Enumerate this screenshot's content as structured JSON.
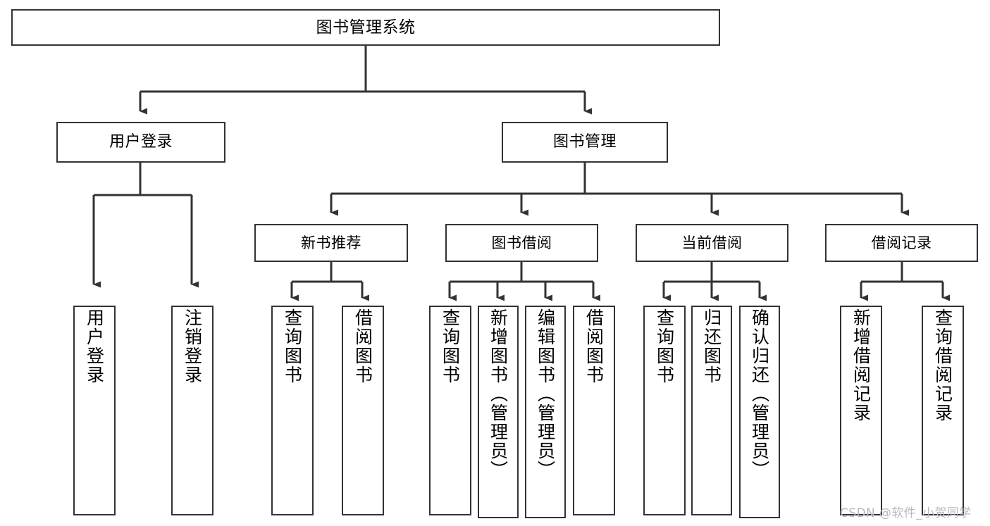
{
  "diagram": {
    "type": "tree-hierarchy",
    "title": "图书管理系统",
    "background_color": "#ffffff",
    "line_color": "#333333",
    "box_border_color": "#333333",
    "box_fill_color": "#ffffff",
    "text_color": "#000000"
  },
  "nodes": {
    "root": {
      "label": "图书管理系统"
    },
    "level2": [
      {
        "id": "user-login",
        "label": "用户登录"
      },
      {
        "id": "book-management",
        "label": "图书管理"
      }
    ],
    "level3": [
      {
        "id": "new-book-recommend",
        "label": "新书推荐"
      },
      {
        "id": "book-borrow",
        "label": "图书借阅"
      },
      {
        "id": "current-borrow",
        "label": "当前借阅"
      },
      {
        "id": "borrow-record",
        "label": "借阅记录"
      }
    ],
    "leaves": {
      "user_login": [
        {
          "id": "leaf-user-login",
          "label": "用户登录"
        },
        {
          "id": "leaf-logout-login",
          "label": "注销登录"
        }
      ],
      "new_book_recommend": [
        {
          "id": "leaf-query-book-1",
          "label": "查询图书"
        },
        {
          "id": "leaf-borrow-book-1",
          "label": "借阅图书"
        }
      ],
      "book_borrow": [
        {
          "id": "leaf-query-book-2",
          "label": "查询图书"
        },
        {
          "id": "leaf-add-book",
          "label": "新增图书（管理员）"
        },
        {
          "id": "leaf-edit-book",
          "label": "编辑图书（管理员）"
        },
        {
          "id": "leaf-borrow-book-2",
          "label": "借阅图书"
        }
      ],
      "current_borrow": [
        {
          "id": "leaf-query-book-3",
          "label": "查询图书"
        },
        {
          "id": "leaf-return-book",
          "label": "归还图书"
        },
        {
          "id": "leaf-confirm-return",
          "label": "确认归还（管理员）"
        }
      ],
      "borrow_record": [
        {
          "id": "leaf-add-record",
          "label": "新增借阅记录"
        },
        {
          "id": "leaf-query-record",
          "label": "查询借阅记录"
        }
      ]
    }
  },
  "watermark": {
    "text": "CSDN @软件_小贺同学"
  }
}
